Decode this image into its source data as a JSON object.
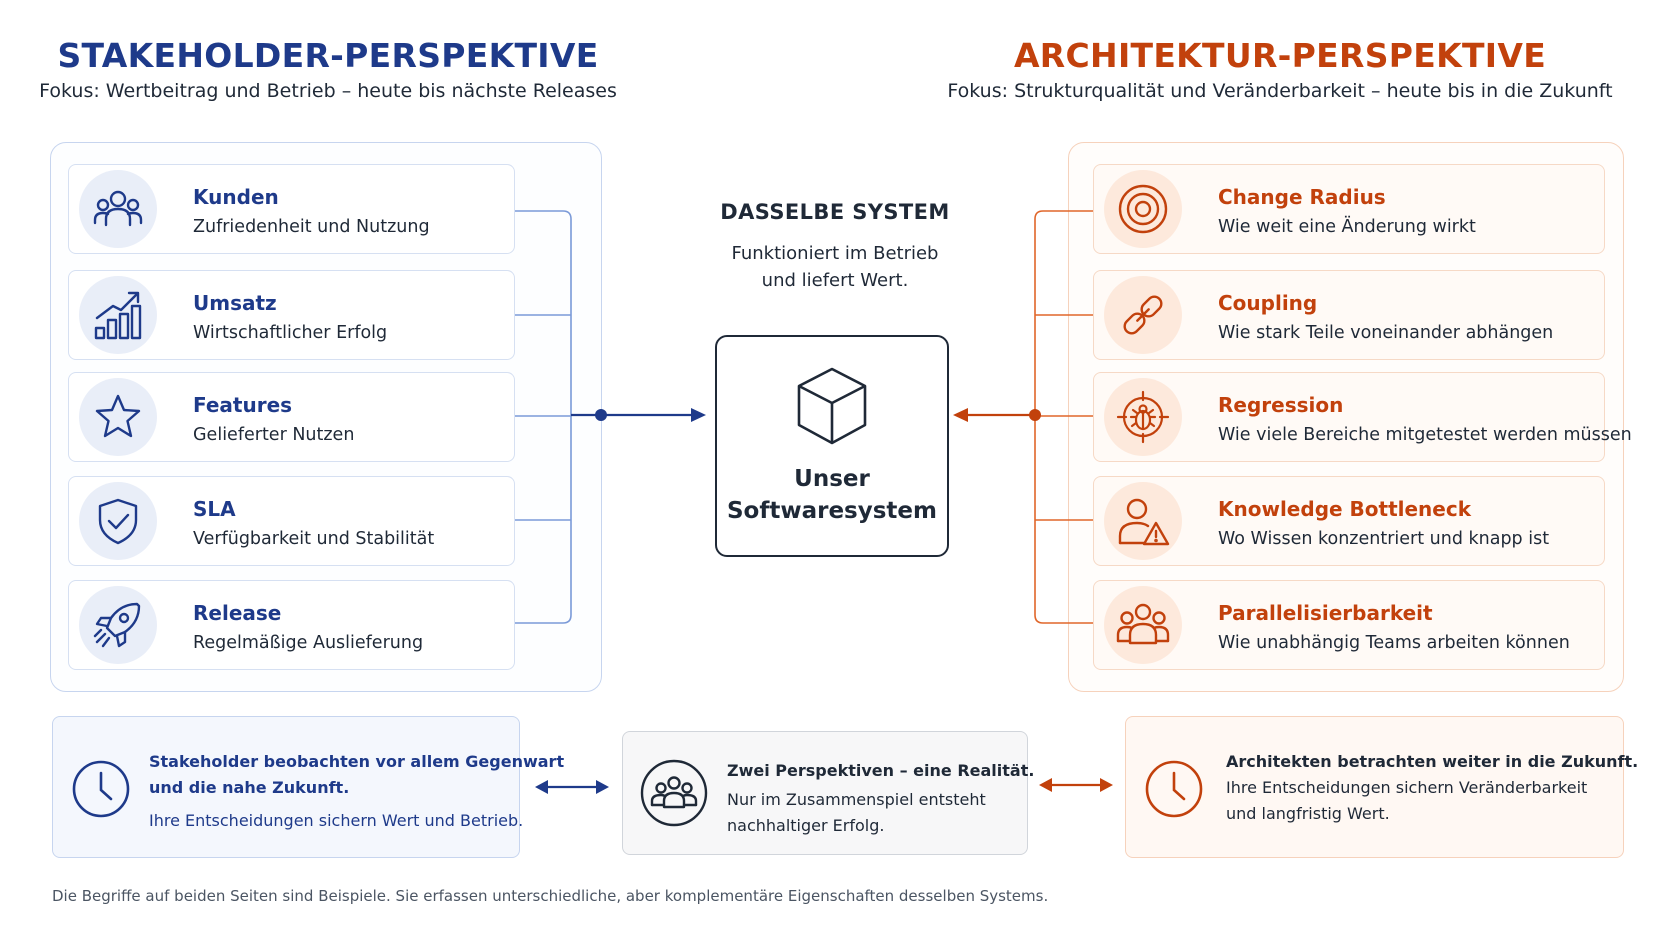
{
  "left": {
    "title": "STAKEHOLDER-PERSPEKTIVE",
    "subtitle": "Fokus: Wertbeitrag und Betrieb – heute bis nächste Releases",
    "items": [
      {
        "title": "Kunden",
        "desc": "Zufriedenheit und Nutzung",
        "icon": "users-icon"
      },
      {
        "title": "Umsatz",
        "desc": "Wirtschaftlicher Erfolg",
        "icon": "bar-chart-icon"
      },
      {
        "title": "Features",
        "desc": "Gelieferter Nutzen",
        "icon": "star-icon"
      },
      {
        "title": "SLA",
        "desc": "Verfügbarkeit und Stabilität",
        "icon": "shield-check-icon"
      },
      {
        "title": "Release",
        "desc": "Regelmäßige Auslieferung",
        "icon": "rocket-icon"
      }
    ]
  },
  "right": {
    "title": "ARCHITEKTUR-PERSPEKTIVE",
    "subtitle": "Fokus: Strukturqualität und Veränderbarkeit – heute bis in die Zukunft",
    "items": [
      {
        "title": "Change Radius",
        "desc": "Wie weit eine Änderung wirkt",
        "icon": "target-icon"
      },
      {
        "title": "Coupling",
        "desc": "Wie stark Teile voneinander abhängen",
        "icon": "link-icon"
      },
      {
        "title": "Regression",
        "desc": "Wie viele Bereiche mitgetestet werden müssen",
        "icon": "bug-icon"
      },
      {
        "title": "Knowledge Bottleneck",
        "desc": "Wo Wissen konzentriert und knapp ist",
        "icon": "user-warning-icon"
      },
      {
        "title": "Parallelisierbarkeit",
        "desc": "Wie unabhängig Teams arbeiten können",
        "icon": "team-icon"
      }
    ]
  },
  "center": {
    "title": "DASSELBE SYSTEM",
    "desc_line1": "Funktioniert im Betrieb",
    "desc_line2": "und liefert Wert.",
    "system_line1": "Unser",
    "system_line2": "Softwaresystem",
    "icon": "cube-icon"
  },
  "bottom": {
    "left": {
      "line1": "Stakeholder beobachten vor allem Gegenwart",
      "line2": "und die nahe Zukunft.",
      "line3": "Ihre Entscheidungen sichern Wert und Betrieb.",
      "icon": "clock-icon"
    },
    "middle": {
      "line1": "Zwei Perspektiven – eine Realität.",
      "line2": "Nur im Zusammenspiel entsteht",
      "line3": "nachhaltiger Erfolg.",
      "icon": "group-icon"
    },
    "right": {
      "line1": "Architekten betrachten weiter in die Zukunft.",
      "line2": "Ihre Entscheidungen sichern Veränderbarkeit",
      "line3": "und langfristig Wert.",
      "icon": "clock-icon"
    }
  },
  "footnote": "Die Begriffe auf beiden Seiten sind Beispiele. Sie erfassen unterschiedliche, aber komplementäre Eigenschaften desselben Systems.",
  "colors": {
    "blue": "#1e3a8a",
    "orange": "#c2410c",
    "dark": "#1f2937"
  }
}
